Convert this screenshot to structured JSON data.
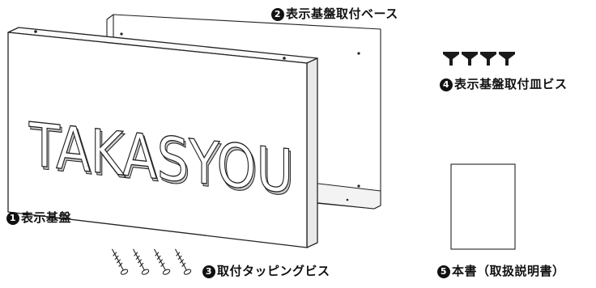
{
  "parts": [
    {
      "number": "1",
      "name": "表示基盤"
    },
    {
      "number": "2",
      "name": "表示基盤取付ベース"
    },
    {
      "number": "3",
      "name": "取付タッピングビス"
    },
    {
      "number": "4",
      "name": "表示基盤取付皿ビス"
    },
    {
      "number": "5",
      "name": "本書（取扱説明書）"
    }
  ],
  "sign_text": "TAKASYOU",
  "flat_screw_count": 4,
  "tapping_screw_count": 4
}
